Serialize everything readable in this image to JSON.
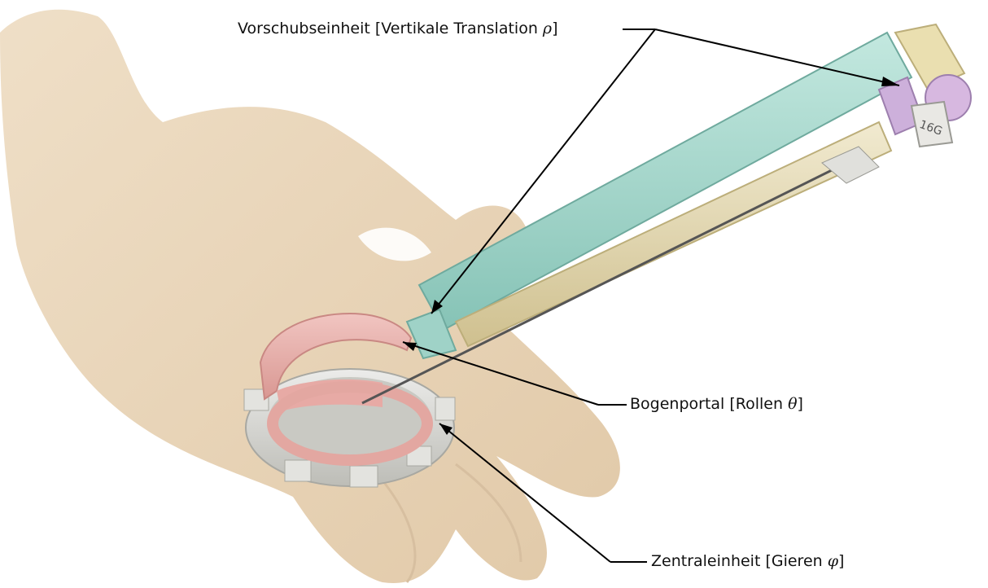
{
  "labels": {
    "advance_unit": {
      "text": "Vorschubseinheit [Vertikale Translation ",
      "symbol": "ρ",
      "close": "]"
    },
    "arc_portal": {
      "text": "Bogenportal [Rollen ",
      "symbol": "θ",
      "close": "]"
    },
    "central_unit": {
      "text": "Zentraleinheit [Gieren ",
      "symbol": "φ",
      "close": "]"
    }
  },
  "device": {
    "gauge_marking": "16G"
  },
  "colors": {
    "glove": "#ead7bd",
    "advance_unit_rail": "#a9d9cf",
    "inner_rail": "#e8dfb5",
    "arc_portal": "#e9b1ad",
    "central_unit": "#dcdcd6",
    "needle_hub": "#d7b8e0",
    "leader_line": "#000000"
  }
}
